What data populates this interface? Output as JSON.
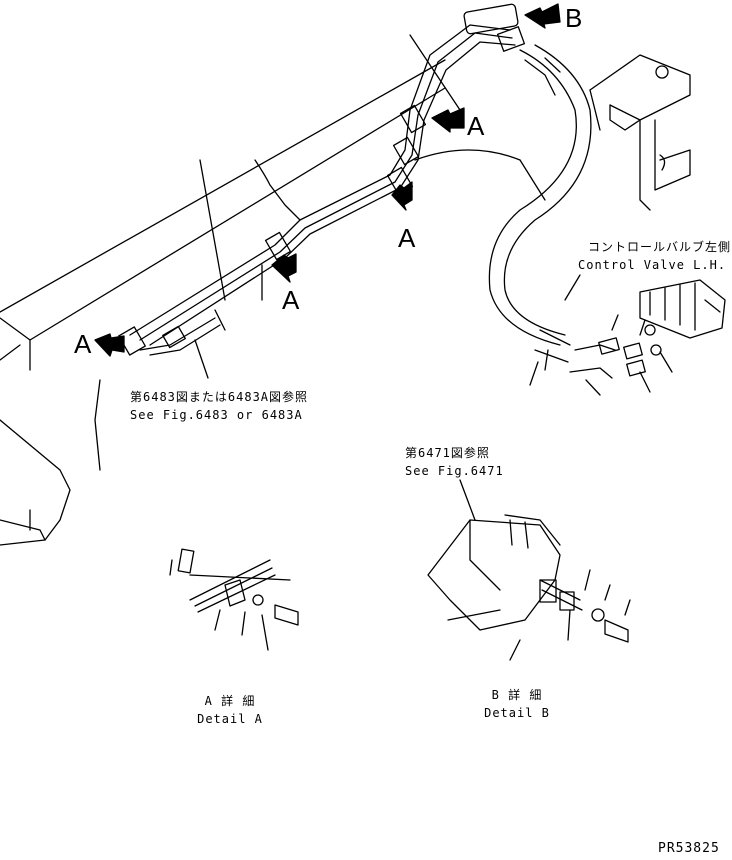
{
  "callouts": {
    "b_top": "B",
    "a_upper": "A",
    "a_mid": "A",
    "a_center": "A",
    "a_left": "A"
  },
  "notes": {
    "control_valve_jp": "コントロールバルブ左側",
    "control_valve_en": "Control Valve L.H.",
    "fig6483_jp": "第6483図または6483A図参照",
    "fig6483_en": "See Fig.6483 or 6483A",
    "fig6471_jp": "第6471図参照",
    "fig6471_en": "See Fig.6471"
  },
  "details": {
    "a_jp": "A 詳 細",
    "a_en": "Detail A",
    "b_jp": "B 詳 細",
    "b_en": "Detail B"
  },
  "part_number": "PR53825"
}
